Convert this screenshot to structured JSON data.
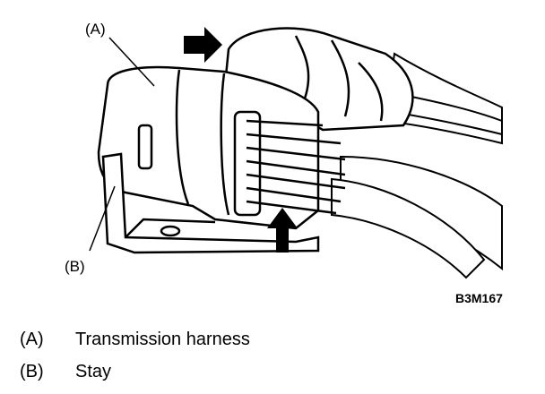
{
  "figure": {
    "callouts": {
      "a": "(A)",
      "b": "(B)"
    },
    "code": "B3M167",
    "arrow_icons": [
      "arrow-right-icon",
      "arrow-up-icon"
    ],
    "colors": {
      "ink": "#000000",
      "paper": "#ffffff"
    }
  },
  "legend": [
    {
      "key": "(A)",
      "text": "Transmission harness"
    },
    {
      "key": "(B)",
      "text": "Stay"
    }
  ]
}
